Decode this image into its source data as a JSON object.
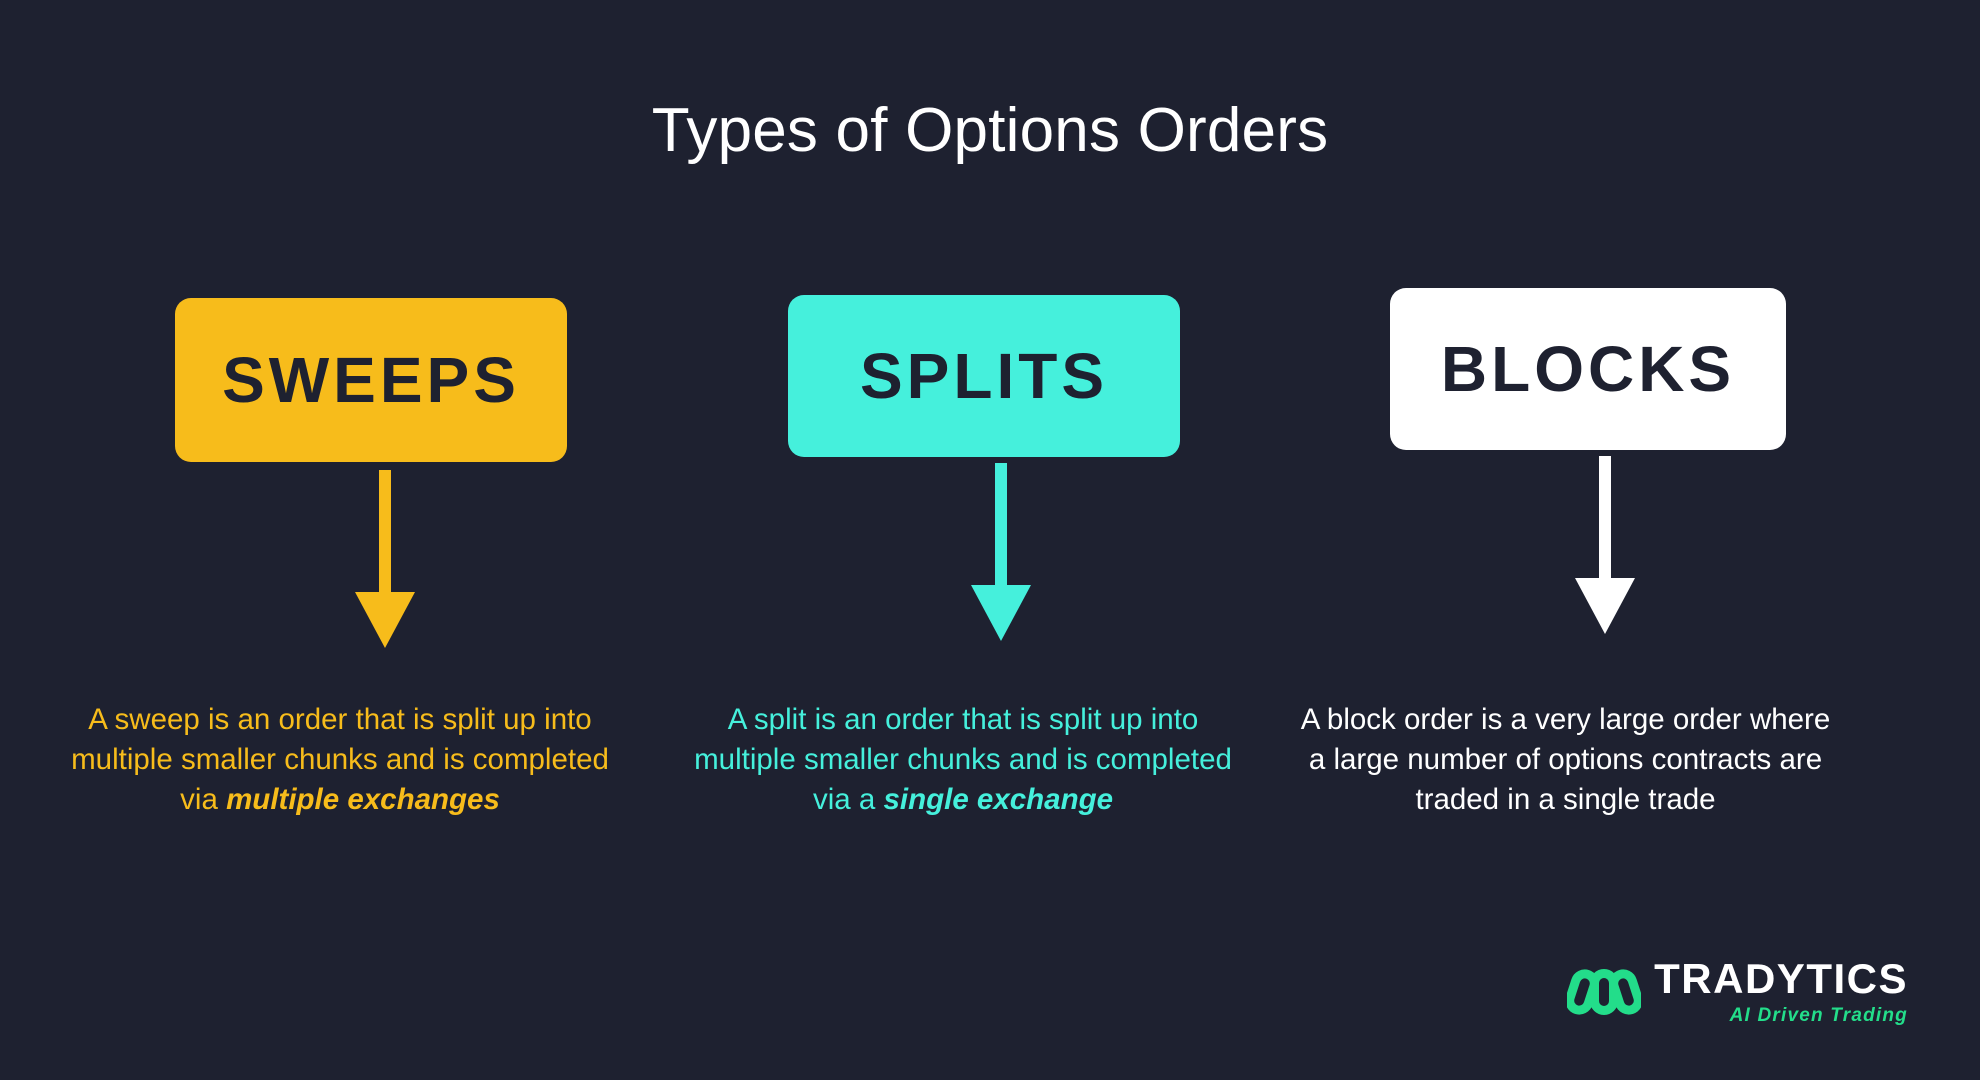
{
  "page": {
    "title": "Types of Options Orders",
    "background_color": "#1e2130"
  },
  "colors": {
    "sweeps": "#f7bc1b",
    "splits": "#45f0dc",
    "blocks": "#ffffff",
    "text_dark": "#1e2130",
    "logo_green": "#23dd8a"
  },
  "columns": [
    {
      "badge_label": "SWEEPS",
      "badge_color": "#f7bc1b",
      "arrow_color": "#f7bc1b",
      "text_color": "#f7bc1b",
      "description_plain": "A sweep is an order that is split up into multiple smaller chunks and is completed via multiple exchanges",
      "description_lead": "A sweep is an order that is split up into multiple smaller chunks and is completed via ",
      "description_emphasis": "multiple exchanges"
    },
    {
      "badge_label": "SPLITS",
      "badge_color": "#45f0dc",
      "arrow_color": "#45f0dc",
      "text_color": "#45f0dc",
      "description_plain": "A split is an order that is split up into multiple smaller chunks and is completed via a single exchange",
      "description_lead": "A split is an order that is split up into multiple smaller chunks and is completed via a ",
      "description_emphasis": "single exchange"
    },
    {
      "badge_label": "BLOCKS",
      "badge_color": "#ffffff",
      "arrow_color": "#ffffff",
      "text_color": "#ffffff",
      "description_plain": "A block order is a very large order where a large number of options contracts are traded in a single trade",
      "description_lead": "A block order is a very large order where a large number of options contracts are traded in a single trade",
      "description_emphasis": ""
    }
  ],
  "logo": {
    "name": "TRADYTICS",
    "tagline": "AI Driven Trading",
    "mark_color": "#23dd8a"
  }
}
